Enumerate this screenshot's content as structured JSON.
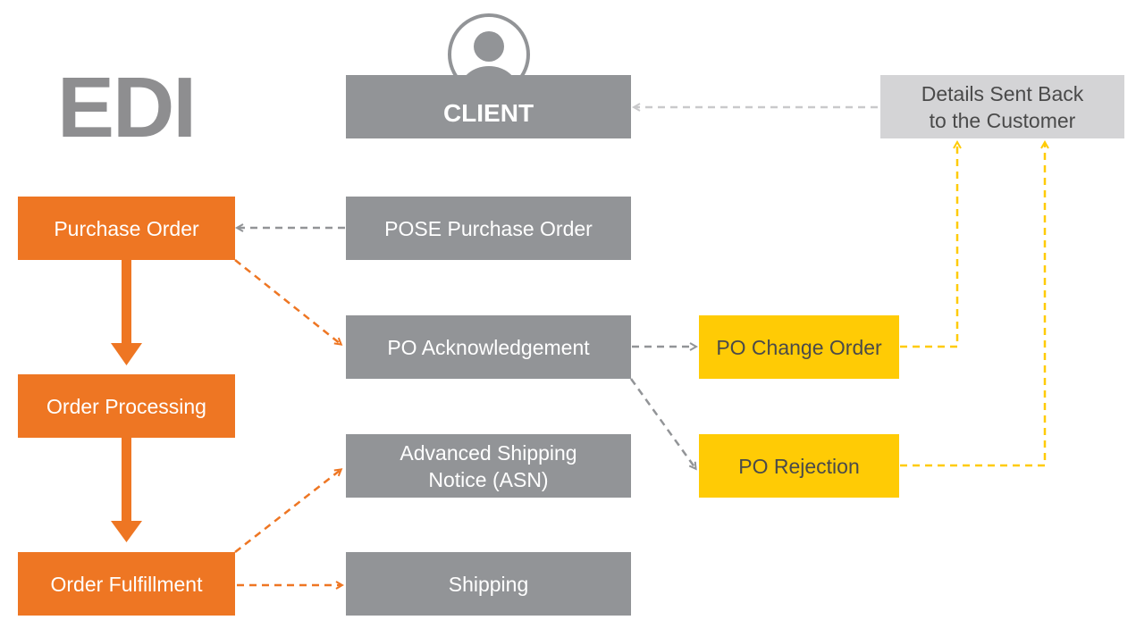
{
  "title": "EDI",
  "client": {
    "label": "CLIENT",
    "icon": "user-avatar-icon"
  },
  "details": {
    "label": "Details Sent Back\nto the Customer"
  },
  "left_flow": [
    {
      "label": "Purchase Order"
    },
    {
      "label": "Order Processing"
    },
    {
      "label": "Order Fulfillment"
    }
  ],
  "middle_flow": [
    {
      "label": "POSE Purchase Order"
    },
    {
      "label": "PO Acknowledgement"
    },
    {
      "label": "Advanced Shipping\nNotice (ASN)"
    },
    {
      "label": "Shipping"
    }
  ],
  "right_flow": [
    {
      "label": "PO Change Order"
    },
    {
      "label": "PO  Rejection"
    }
  ],
  "colors": {
    "orange": "#ee7623",
    "gray": "#929497",
    "yellow": "#ffcb05",
    "light_gray": "#d4d4d6",
    "title_gray": "#8e8e90"
  }
}
